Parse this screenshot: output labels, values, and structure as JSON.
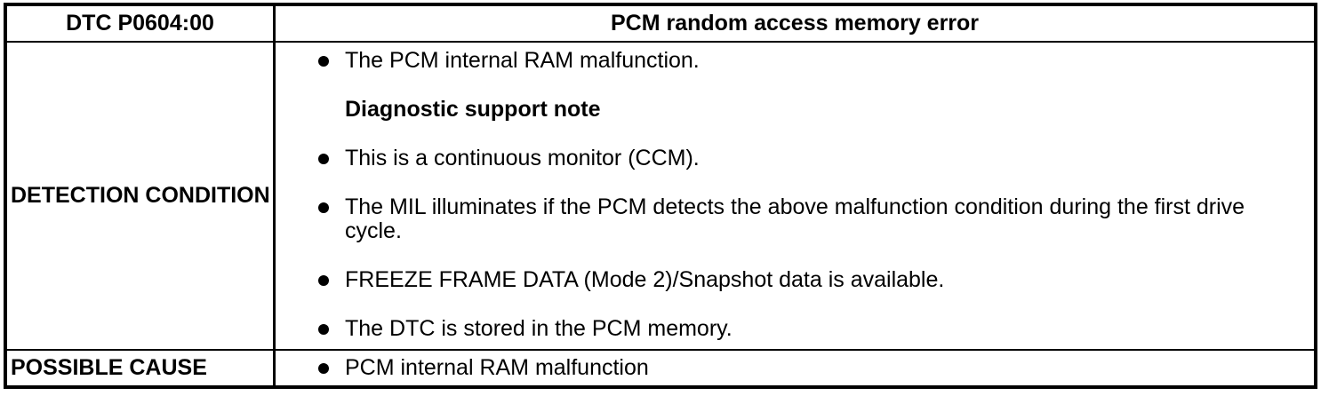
{
  "colors": {
    "background": "#ffffff",
    "text": "#000000",
    "border": "#000000"
  },
  "table": {
    "header": {
      "code": "DTC P0604:00",
      "title": "PCM random access memory error"
    },
    "detection": {
      "label": "DETECTION CONDITION",
      "items": [
        {
          "type": "bullet",
          "text": "The PCM internal RAM malfunction."
        },
        {
          "type": "heading",
          "text": "Diagnostic support note"
        },
        {
          "type": "bullet",
          "text": "This is a continuous monitor (CCM)."
        },
        {
          "type": "bullet",
          "text": "The MIL illuminates if the PCM detects the above malfunction condition during the first drive cycle."
        },
        {
          "type": "bullet",
          "text": "FREEZE FRAME DATA (Mode 2)/Snapshot data is available."
        },
        {
          "type": "bullet",
          "text": "The DTC is stored in the PCM memory."
        }
      ]
    },
    "possible_cause": {
      "label": "POSSIBLE CAUSE",
      "items": [
        {
          "type": "bullet",
          "text": "PCM internal RAM malfunction"
        }
      ]
    }
  }
}
